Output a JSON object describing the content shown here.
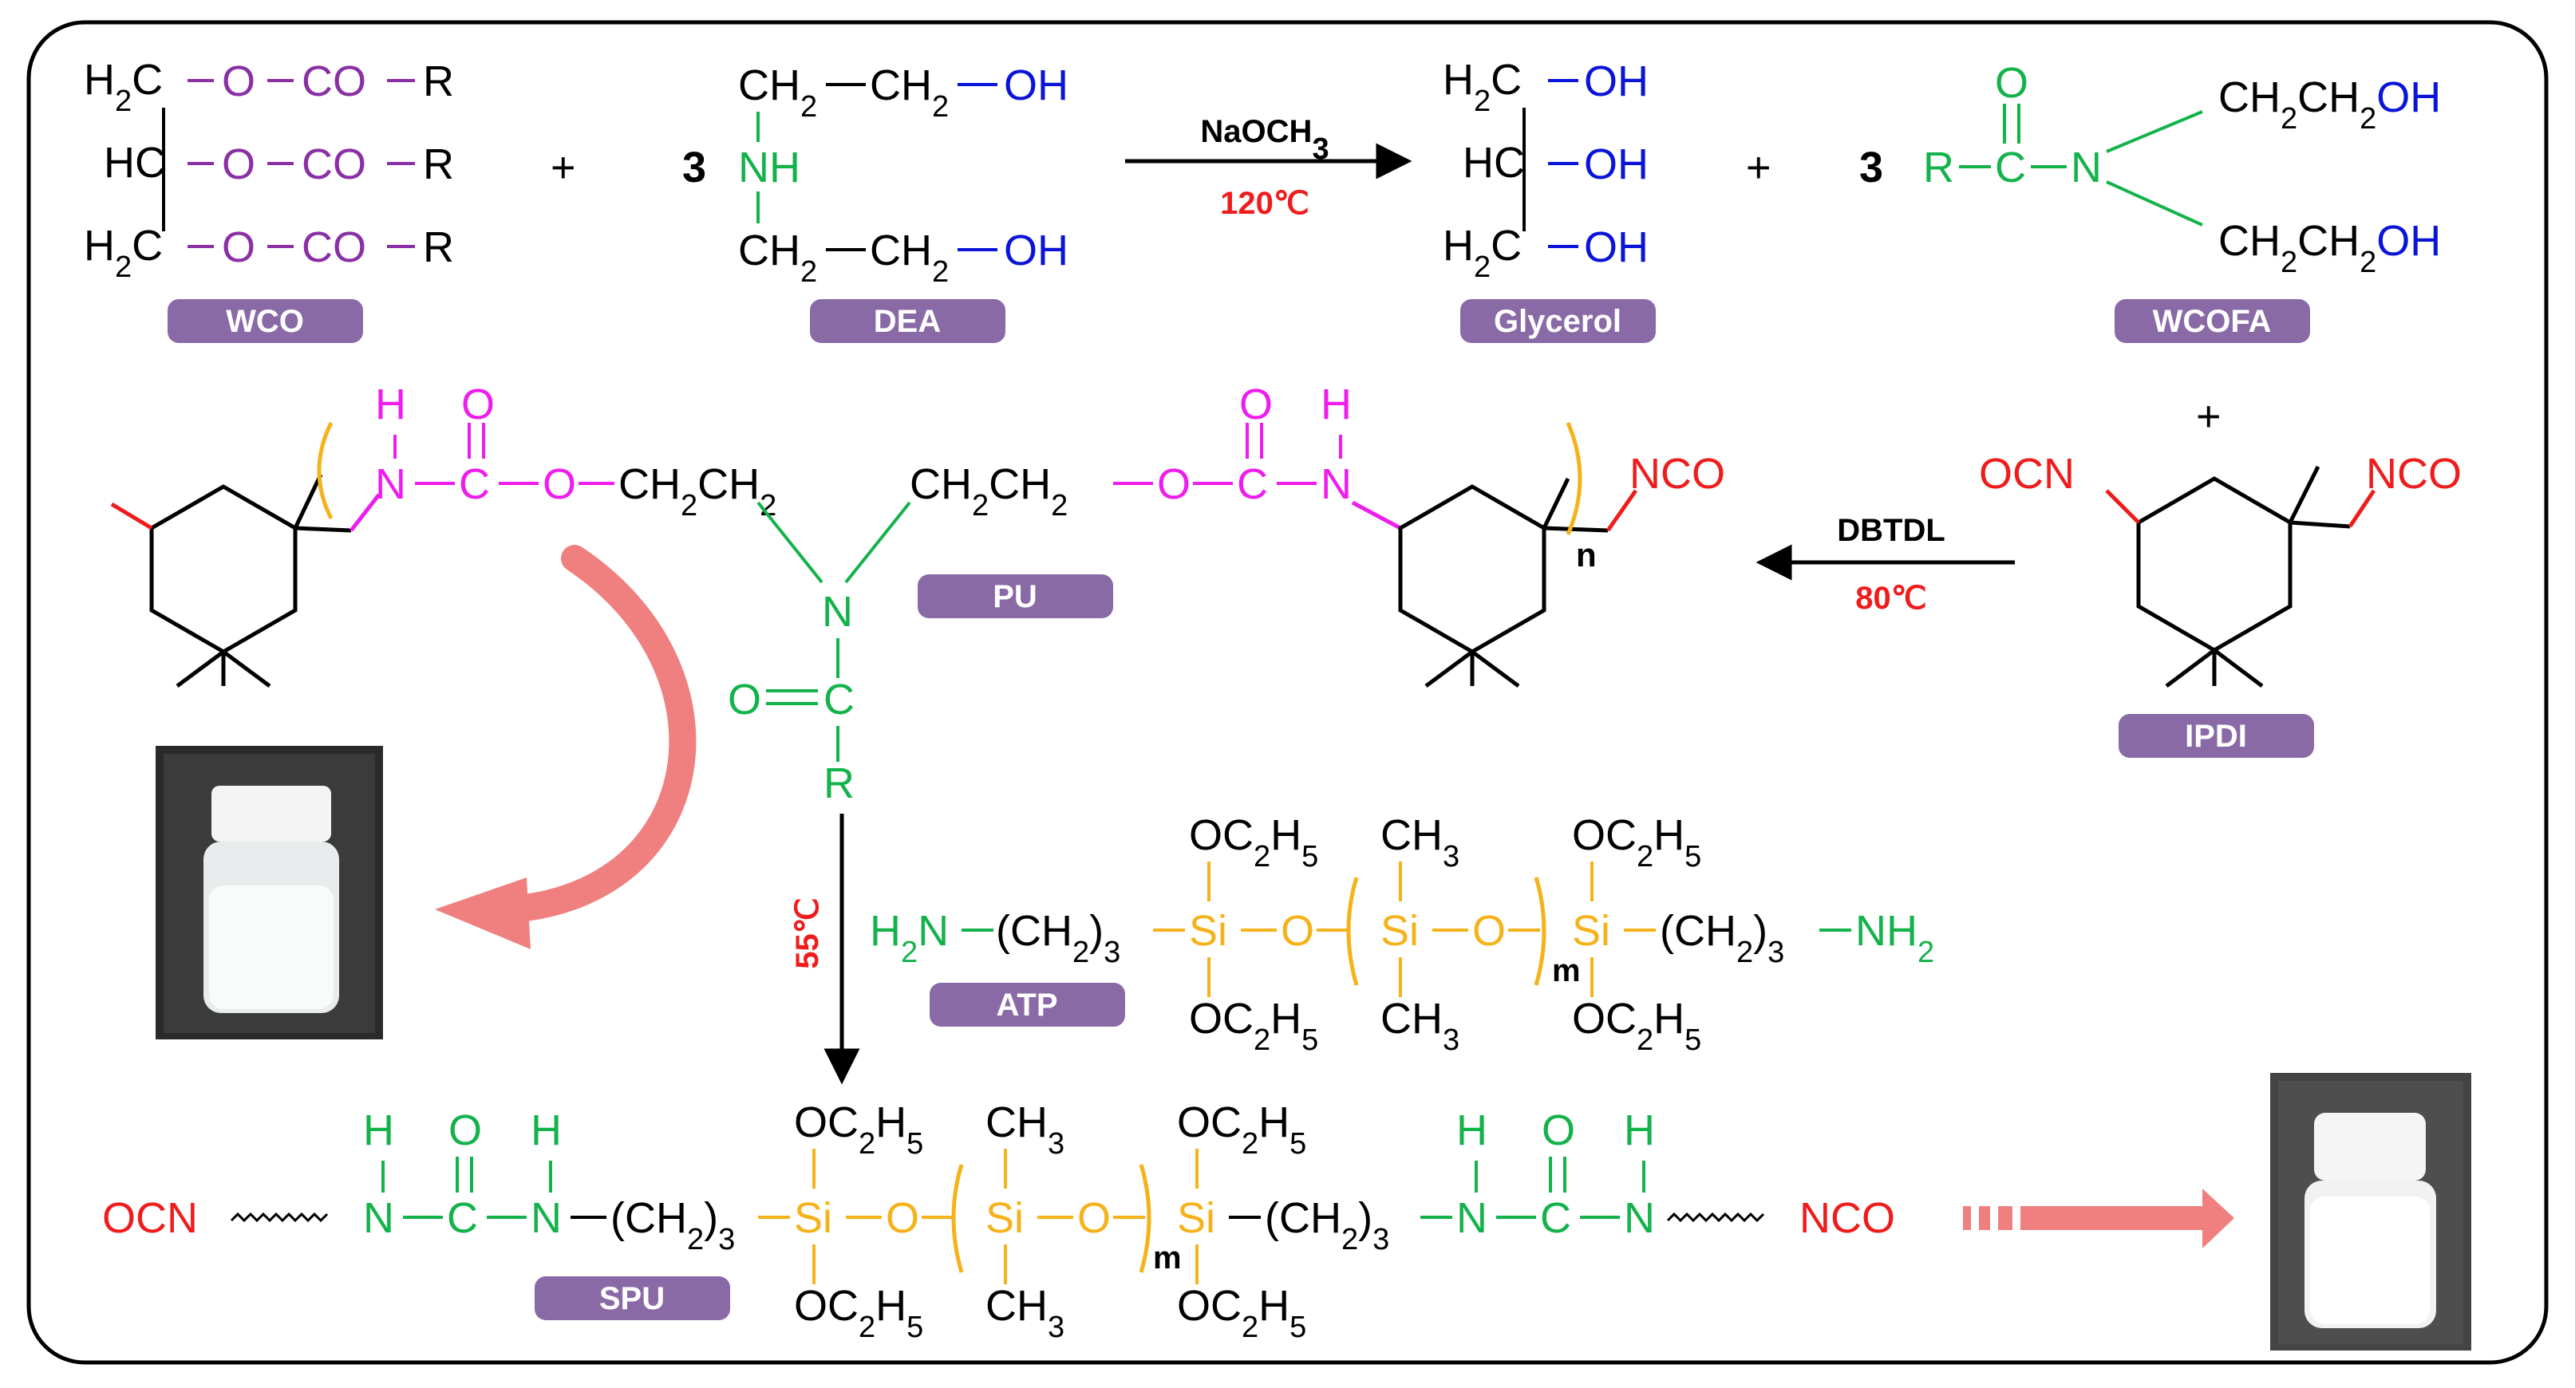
{
  "colors": {
    "black": "#000000",
    "purple": "#8a2fa5",
    "blue": "#0a14d8",
    "green": "#14b24a",
    "red": "#ee1c1c",
    "magenta": "#ee1cee",
    "orange": "#f5b21a",
    "label_bg": "#8a6aa6",
    "arrow_pink": "#f08080"
  },
  "labels": {
    "wco": "WCO",
    "dea": "DEA",
    "glycerol": "Glycerol",
    "wcofa": "WCOFA",
    "pu": "PU",
    "ipdi": "IPDI",
    "atp": "ATP",
    "spu": "SPU"
  },
  "conditions": {
    "step1_catalyst": "NaOCH3",
    "step1_temp": "120℃",
    "step2_catalyst": "DBTDL",
    "step2_temp": "80℃",
    "step3_temp": "55℃"
  },
  "coefficients": {
    "dea": "3",
    "wcofa": "3"
  },
  "operators": {
    "plus": "+"
  },
  "atoms": {
    "H": "H",
    "C": "C",
    "O": "O",
    "N": "N",
    "R": "R",
    "Si": "Si",
    "OH": "OH",
    "CO": "CO",
    "NH": "NH",
    "NCO": "NCO",
    "OCN": "OCN",
    "H2C": "H2C",
    "HC": "HC",
    "CH2": "CH2",
    "CH3": "CH3",
    "OC2H5": "OC2H5",
    "CH2CH2": "CH2CH2",
    "CH2CH2OH": "CH2CH2OH",
    "H2N": "H2N",
    "NH2": "NH2",
    "CH2_3": "(CH2)3",
    "n": "n",
    "m": "m"
  }
}
